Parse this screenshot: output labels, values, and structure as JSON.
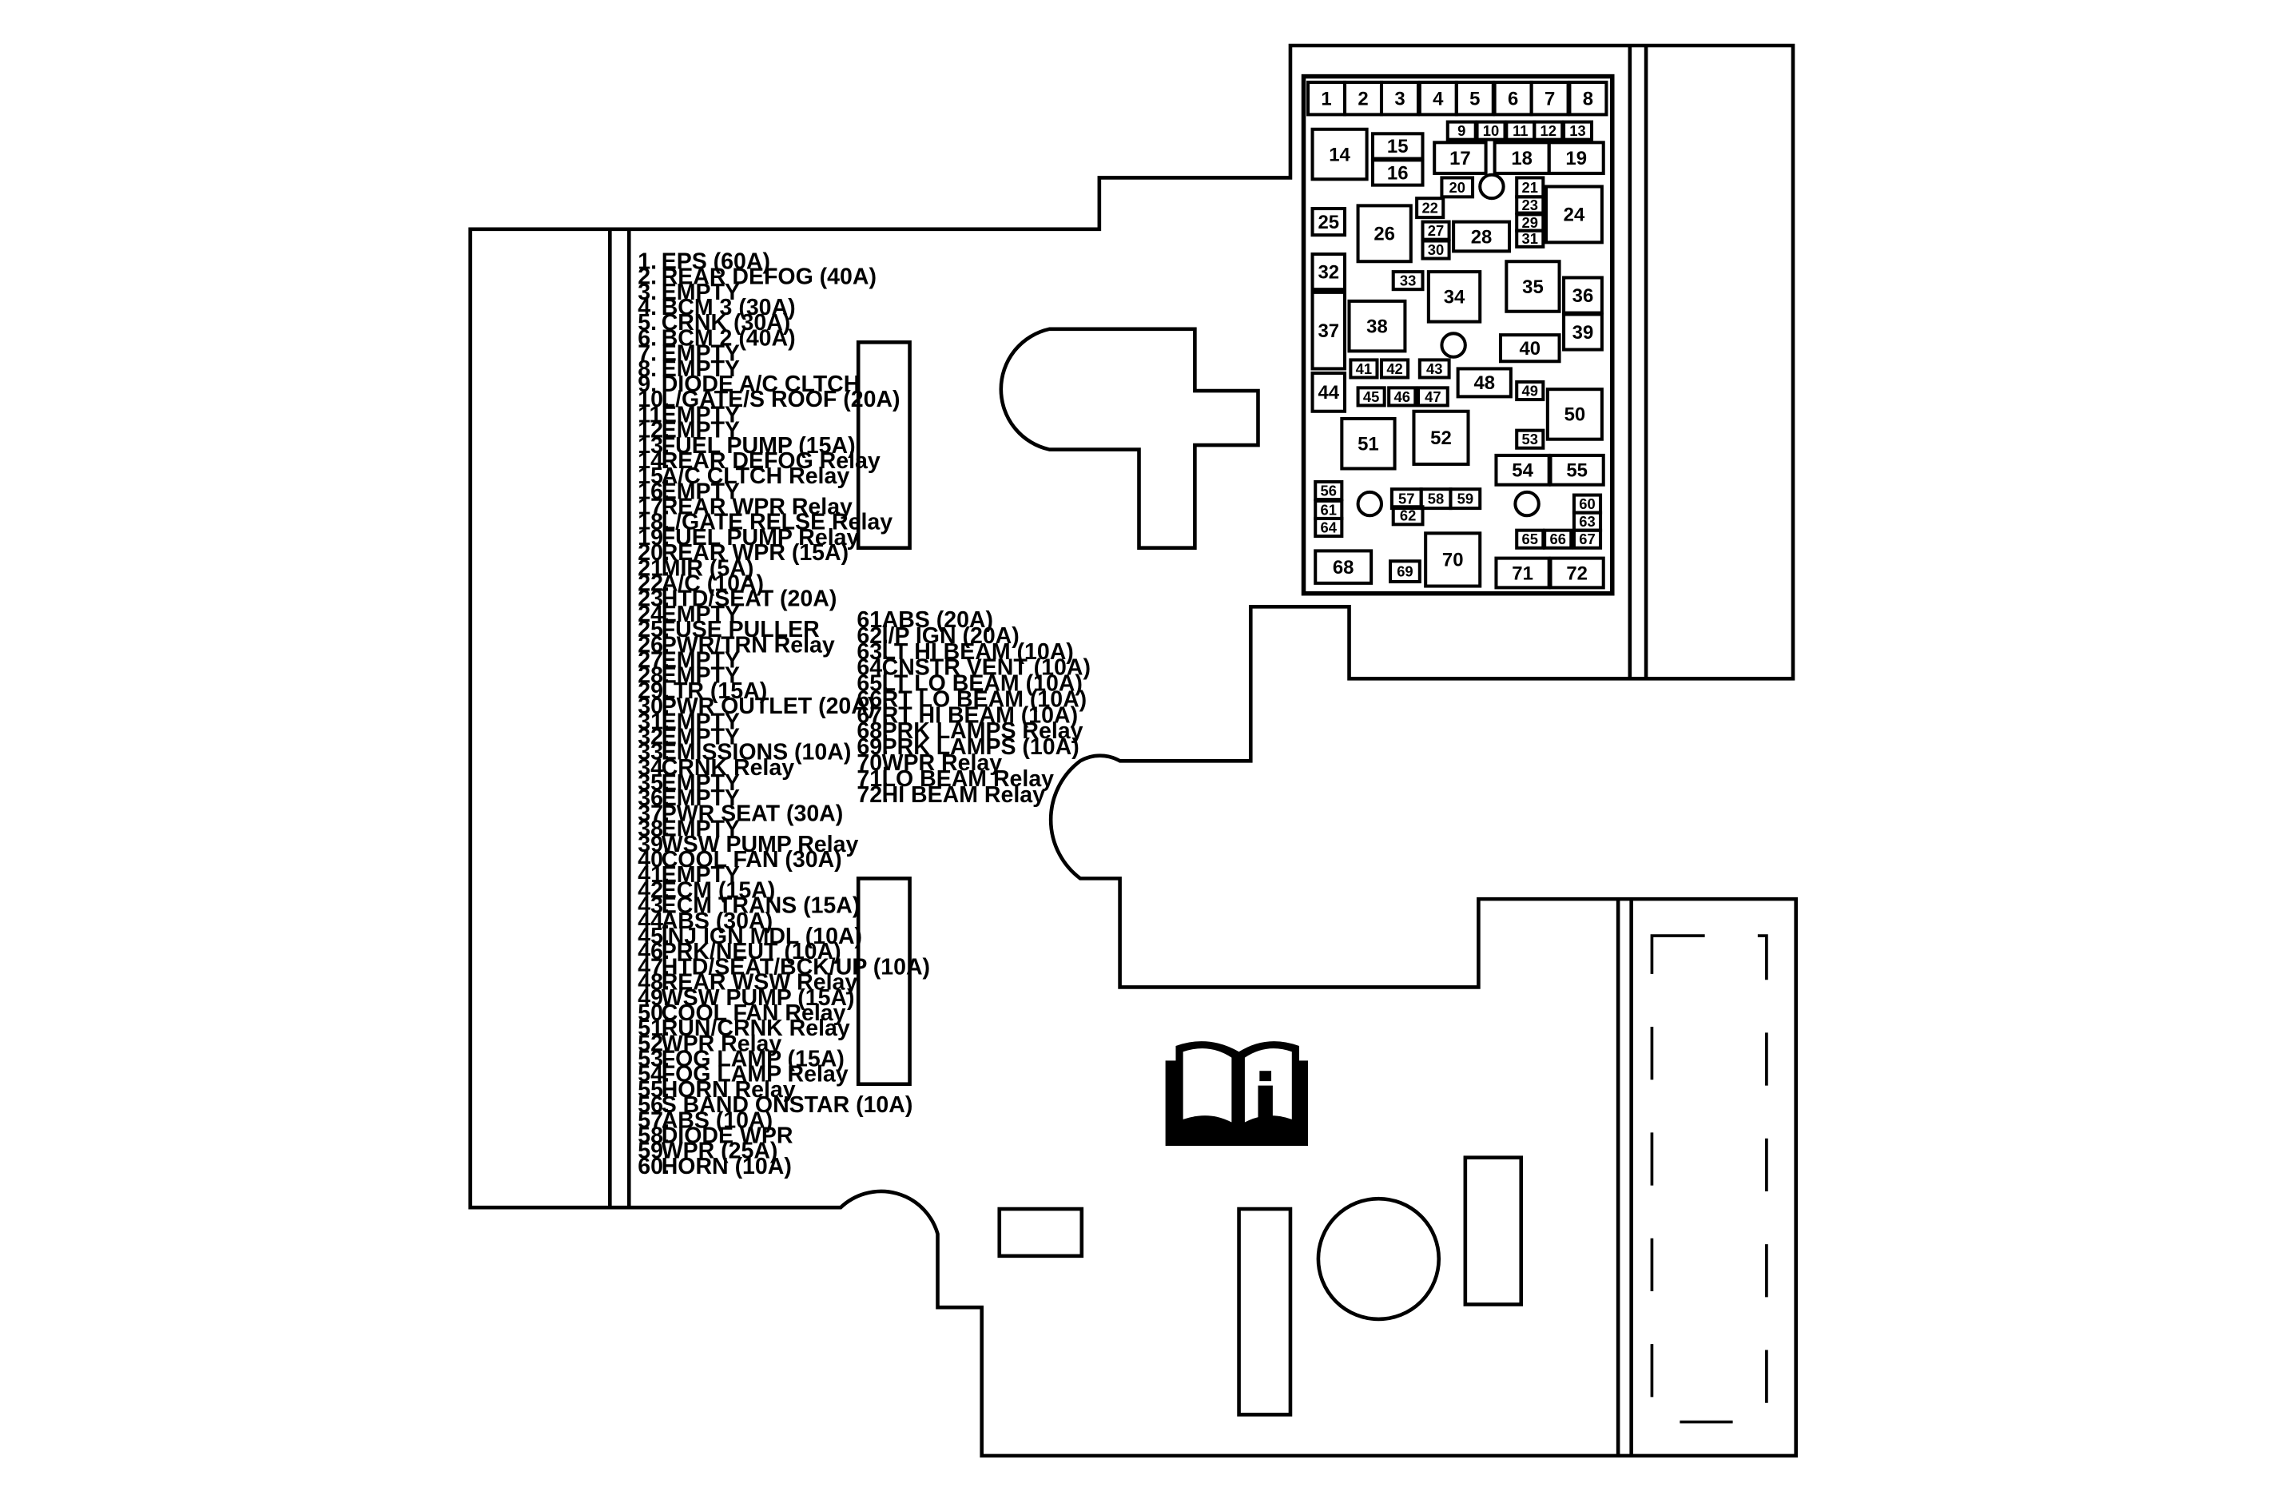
{
  "fuse_legend_col1": [
    {
      "num": "1.",
      "desc": "EPS (60A)"
    },
    {
      "num": "2.",
      "desc": "REAR DEFOG (40A)"
    },
    {
      "num": "3.",
      "desc": "EMPTY"
    },
    {
      "num": "4.",
      "desc": "BCM 3 (30A)"
    },
    {
      "num": "5.",
      "desc": "CRNK (30A)"
    },
    {
      "num": "6.",
      "desc": "BCM 2 (40A)"
    },
    {
      "num": "7.",
      "desc": "EMPTY"
    },
    {
      "num": "8.",
      "desc": "EMPTY"
    },
    {
      "num": "9.",
      "desc": "DIODE A/C CLTCH"
    },
    {
      "num": "10.",
      "desc": "L/GATE/S ROOF (20A)"
    },
    {
      "num": "11.",
      "desc": "EMPTY"
    },
    {
      "num": "12.",
      "desc": "EMPTY"
    },
    {
      "num": "13.",
      "desc": "FUEL PUMP (15A)"
    },
    {
      "num": "14.",
      "desc": "REAR DEFOG Relay"
    },
    {
      "num": "15.",
      "desc": "A/C CLTCH Relay"
    },
    {
      "num": "16.",
      "desc": "EMPTY"
    },
    {
      "num": "17.",
      "desc": "REAR WPR Relay"
    },
    {
      "num": "18.",
      "desc": "L/GATE RELSE Relay"
    },
    {
      "num": "19.",
      "desc": "FUEL PUMP Relay"
    },
    {
      "num": "20.",
      "desc": "REAR WPR (15A)"
    },
    {
      "num": "21.",
      "desc": "MIR (5A)"
    },
    {
      "num": "22.",
      "desc": "A/C (10A)"
    },
    {
      "num": "23.",
      "desc": "HTD/SEAT (20A)"
    },
    {
      "num": "24.",
      "desc": "EMPTY"
    },
    {
      "num": "25.",
      "desc": "FUSE PULLER"
    },
    {
      "num": "26.",
      "desc": "PWR/TRN Relay"
    },
    {
      "num": "27.",
      "desc": "EMPTY"
    },
    {
      "num": "28.",
      "desc": "EMPTY"
    },
    {
      "num": "29.",
      "desc": "LTR (15A)"
    },
    {
      "num": "30.",
      "desc": "PWR OUTLET (20A)"
    },
    {
      "num": "31.",
      "desc": "EMPTY"
    },
    {
      "num": "32.",
      "desc": "EMPTY"
    },
    {
      "num": "33.",
      "desc": "EMISSIONS (10A)"
    },
    {
      "num": "34.",
      "desc": "CRNK Relay"
    },
    {
      "num": "35.",
      "desc": "EMPTY"
    },
    {
      "num": "36.",
      "desc": "EMPTY"
    },
    {
      "num": "37.",
      "desc": "PWR SEAT (30A)"
    },
    {
      "num": "38.",
      "desc": "EMPTY"
    },
    {
      "num": "39.",
      "desc": "WSW PUMP Relay"
    },
    {
      "num": "40.",
      "desc": "COOL FAN (30A)"
    },
    {
      "num": "41.",
      "desc": "EMPTY"
    },
    {
      "num": "42.",
      "desc": "ECM (15A)"
    },
    {
      "num": "43.",
      "desc": "ECM TRANS (15A)"
    },
    {
      "num": "44.",
      "desc": "ABS (30A)"
    },
    {
      "num": "45.",
      "desc": "INJ IGN MDL (10A)"
    },
    {
      "num": "46.",
      "desc": "PRK/NEUT (10A)"
    },
    {
      "num": "47.",
      "desc": "HTD/SEAT/BCK/UP (10A)"
    },
    {
      "num": "48.",
      "desc": "REAR WSW Relay"
    },
    {
      "num": "49.",
      "desc": "WSW PUMP (15A)"
    },
    {
      "num": "50.",
      "desc": "COOL FAN Relay"
    },
    {
      "num": "51.",
      "desc": "RUN/CRNK Relay"
    },
    {
      "num": "52.",
      "desc": "WPR Relay"
    },
    {
      "num": "53.",
      "desc": "FOG LAMP (15A)"
    },
    {
      "num": "54.",
      "desc": "FOG LAMP Relay"
    },
    {
      "num": "55.",
      "desc": "HORN Relay"
    },
    {
      "num": "56.",
      "desc": "S BAND ONSTAR (10A)"
    },
    {
      "num": "57.",
      "desc": "ABS (10A)"
    },
    {
      "num": "58.",
      "desc": "DIODE WPR"
    },
    {
      "num": "59.",
      "desc": "WPR (25A)"
    },
    {
      "num": "60.",
      "desc": "HORN (10A)"
    }
  ],
  "fuse_legend_col2": [
    {
      "num": "61.",
      "desc": "ABS (20A)"
    },
    {
      "num": "62.",
      "desc": "I/P IGN (20A)"
    },
    {
      "num": "63.",
      "desc": "LT HI BEAM (10A)"
    },
    {
      "num": "64.",
      "desc": "CNSTR VENT (10A)"
    },
    {
      "num": "65.",
      "desc": "LT LO BEAM (10A)"
    },
    {
      "num": "66.",
      "desc": "RT LO BEAM (10A)"
    },
    {
      "num": "67.",
      "desc": "RT HI BEAM (10A)"
    },
    {
      "num": "68.",
      "desc": "PRK LAMPS Relay"
    },
    {
      "num": "69.",
      "desc": "PRK LAMPS (10A)"
    },
    {
      "num": "70.",
      "desc": "WPR Relay"
    },
    {
      "num": "71.",
      "desc": "LO BEAM Relay"
    },
    {
      "num": "72.",
      "desc": "HI BEAM Relay"
    }
  ],
  "fuse_block_labels": [
    "1",
    "2",
    "3",
    "4",
    "5",
    "6",
    "7",
    "8",
    "9",
    "10",
    "11",
    "12",
    "13",
    "14",
    "15",
    "16",
    "17",
    "18",
    "19",
    "20",
    "21",
    "22",
    "23",
    "24",
    "25",
    "26",
    "27",
    "28",
    "29",
    "30",
    "31",
    "32",
    "33",
    "34",
    "35",
    "36",
    "37",
    "38",
    "39",
    "40",
    "41",
    "42",
    "43",
    "44",
    "45",
    "46",
    "47",
    "48",
    "49",
    "50",
    "51",
    "52",
    "53",
    "54",
    "55",
    "56",
    "57",
    "58",
    "59",
    "60",
    "61",
    "62",
    "63",
    "64",
    "65",
    "66",
    "67",
    "68",
    "69",
    "70",
    "71",
    "72"
  ],
  "icons": {
    "manual": "book-info-icon"
  },
  "colors": {
    "line": "#000000",
    "background": "#ffffff"
  }
}
